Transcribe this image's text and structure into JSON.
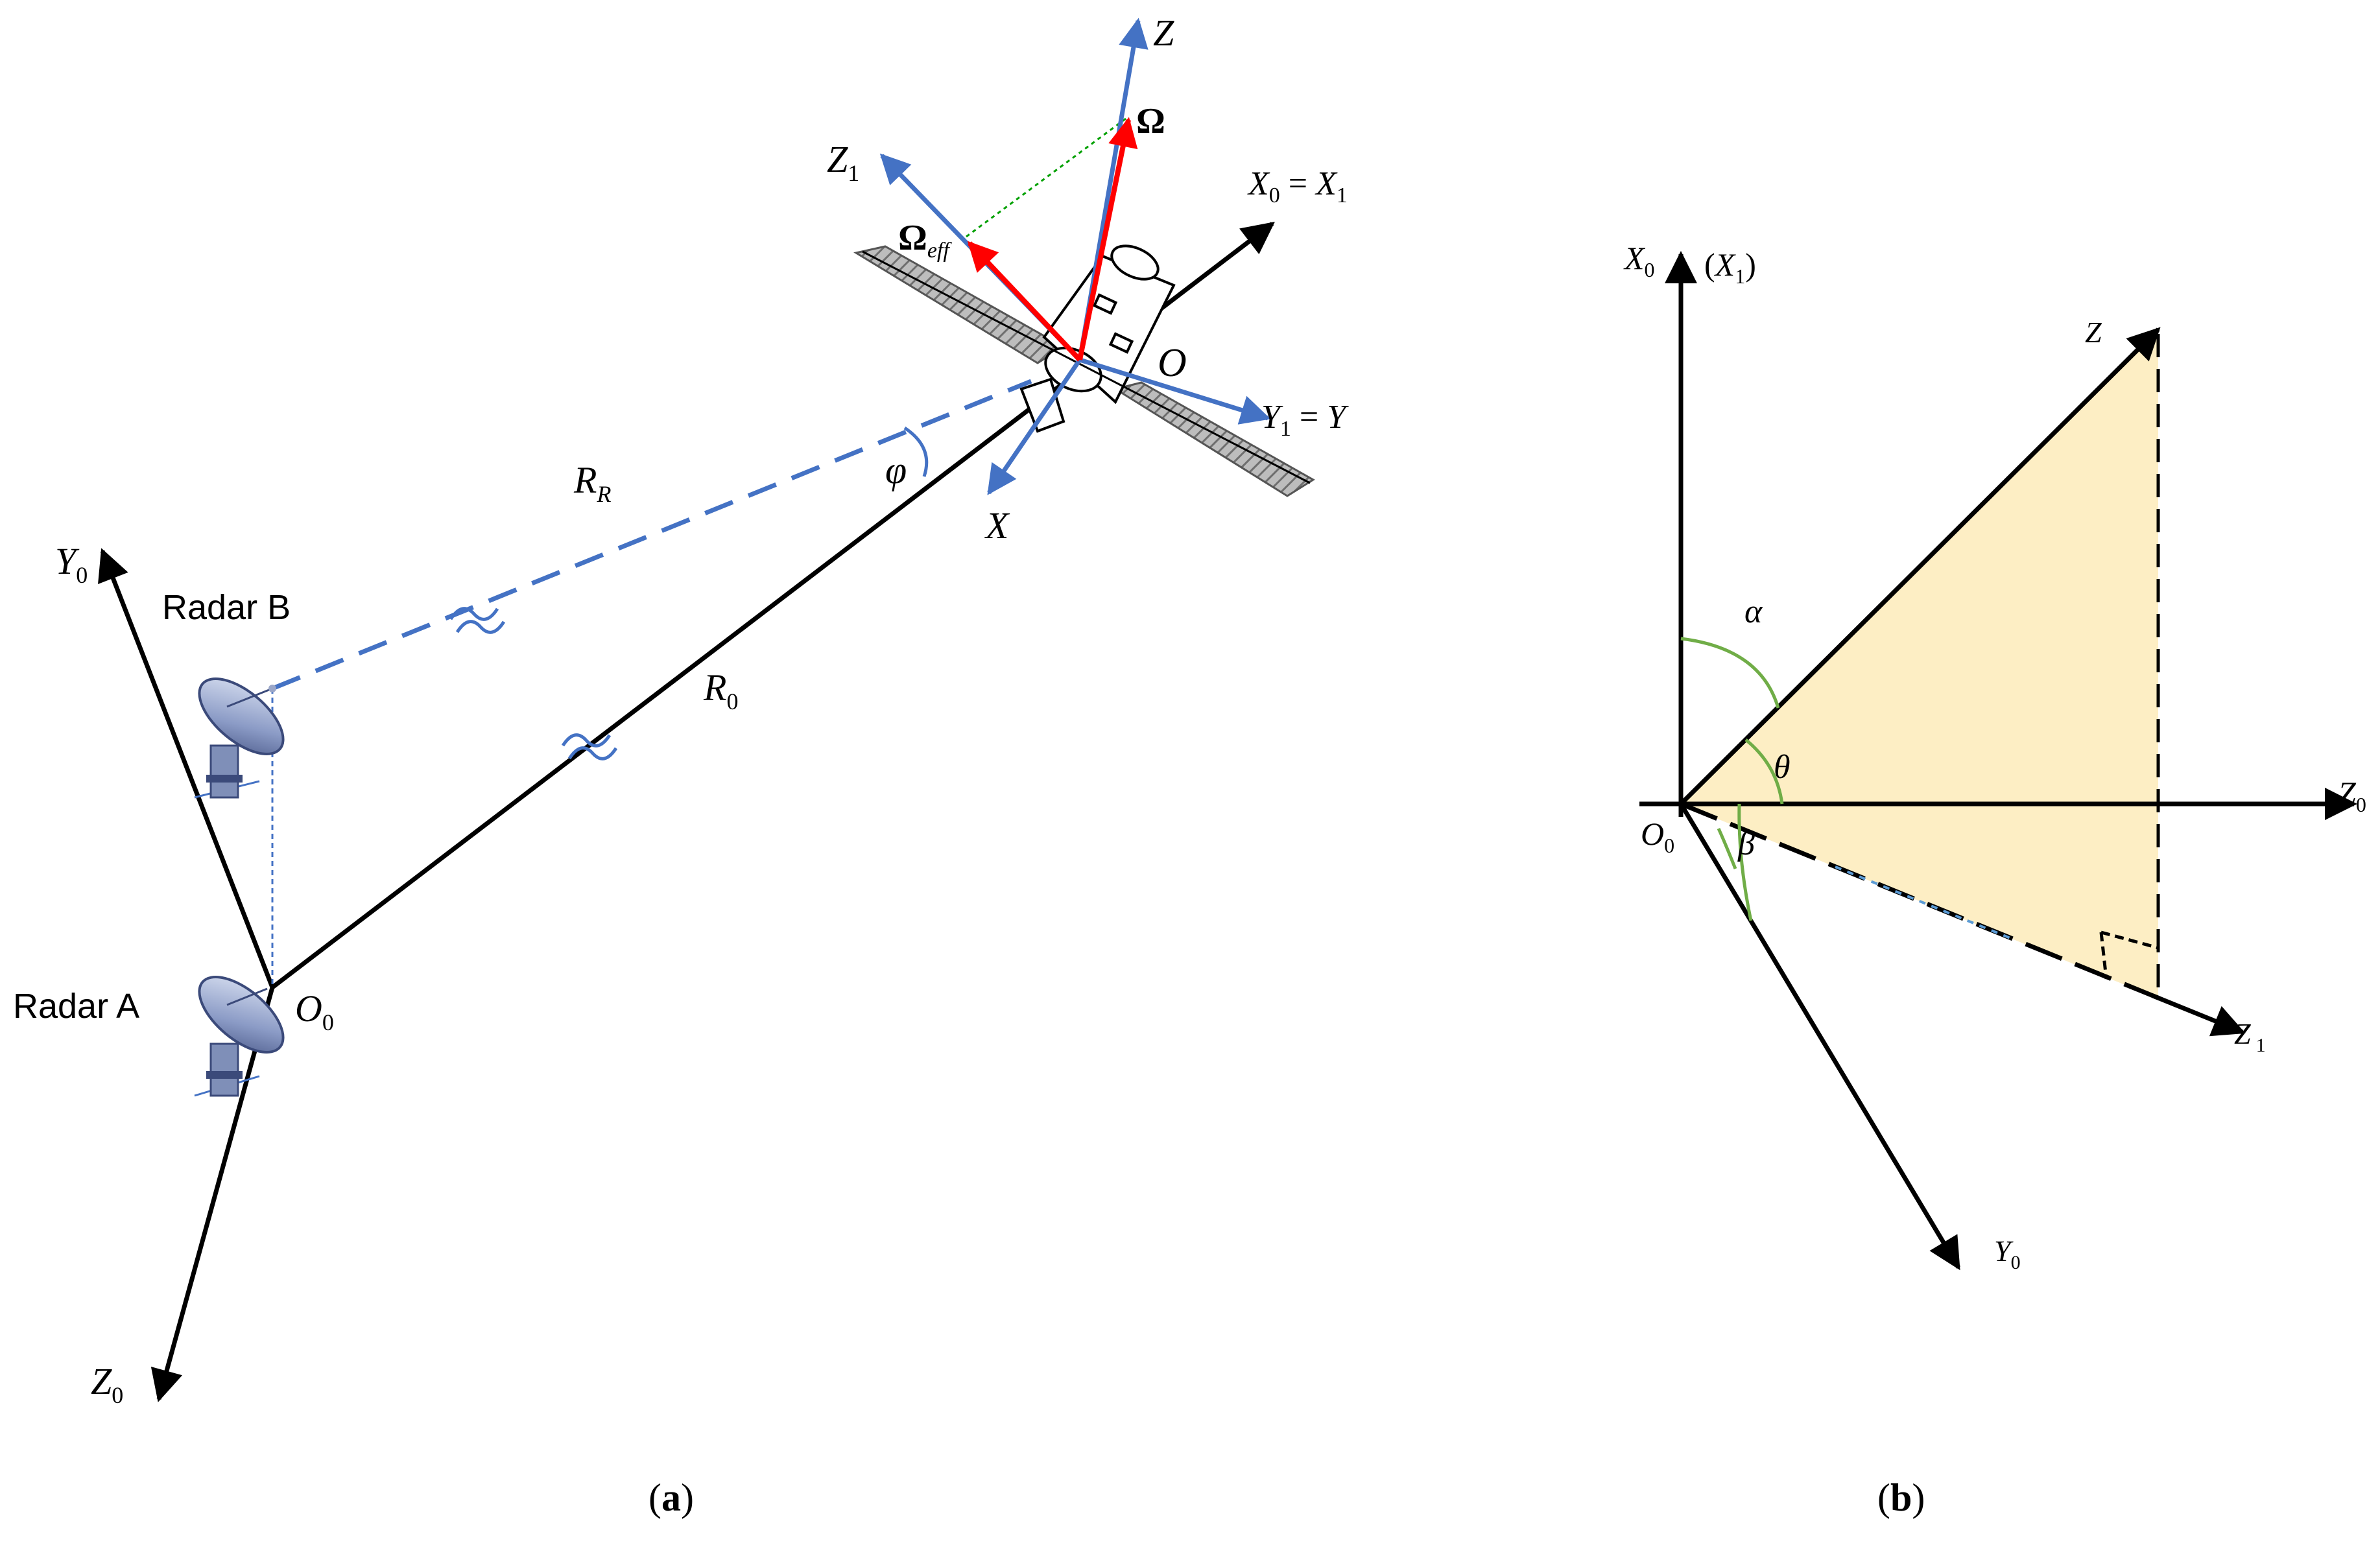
{
  "colors": {
    "black": "#000000",
    "blue": "#4472c4",
    "red": "#ff0000",
    "green_dotted": "#00a000",
    "angle_arc": "#70ad47",
    "plane_fill": "#fdeec4",
    "panel_hatch": "#8c8c8c",
    "dish": "#7f8fb8"
  },
  "panel_a": {
    "caption_open": "(",
    "caption_letter": "a",
    "caption_close": ")",
    "radar_a_label": "Radar A",
    "radar_b_label": "Radar B",
    "origin_o0": {
      "main": "O",
      "sub": "0"
    },
    "axis_y0": {
      "main": "Y",
      "sub": "0"
    },
    "axis_z0": {
      "main": "Z",
      "sub": "0"
    },
    "range_r0": {
      "main": "R",
      "sub": "0"
    },
    "range_rr": {
      "main": "R",
      "sub": "R"
    },
    "angle_phi": "φ",
    "target_origin": "O",
    "axis_x0x1": {
      "main1": "X",
      "sub1": "0",
      "eq": " = ",
      "main2": "X",
      "sub2": "1"
    },
    "axis_y1y": {
      "main": "Y",
      "sub": "1",
      "eq": " = ",
      "main2": "Y"
    },
    "axis_x": "X",
    "axis_z": "Z",
    "axis_z1": {
      "main": "Z",
      "sub": "1"
    },
    "omega": "Ω",
    "omega_eff": {
      "main": "Ω",
      "sub": "eff"
    }
  },
  "panel_b": {
    "caption_open": "(",
    "caption_letter": "b",
    "caption_close": ")",
    "axis_x0": {
      "main": "X",
      "sub": "0"
    },
    "axis_x1_paren": {
      "open": "(",
      "main": "X",
      "sub": "1",
      "close": ")"
    },
    "axis_z": "Z",
    "axis_z0": {
      "main": "Z",
      "sub": "0"
    },
    "axis_z1": {
      "main": "Z",
      "sub": "1"
    },
    "axis_y0": {
      "main": "Y",
      "sub": "0"
    },
    "origin_o0": {
      "main": "O",
      "sub": "0"
    },
    "angle_alpha": "α",
    "angle_theta": "θ",
    "angle_beta": "β"
  }
}
